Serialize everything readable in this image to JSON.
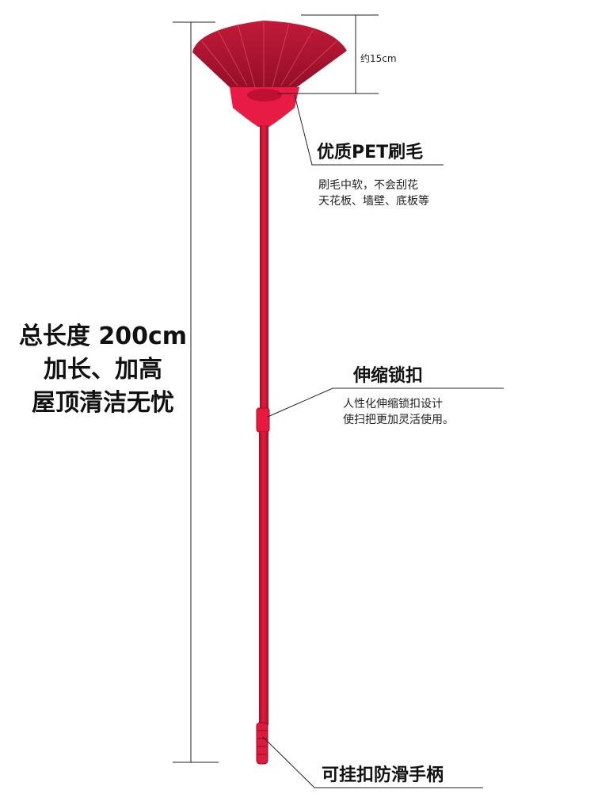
{
  "total_length": {
    "line1": "总长度 200cm",
    "line2": "加长、加高",
    "line3": "屋顶清洁无忧"
  },
  "head_height": "约15cm",
  "features": [
    {
      "title": "优质PET刷毛",
      "desc": [
        "刷毛中软，不会刮花",
        "天花板、墙壁、底板等"
      ]
    },
    {
      "title": "伸缩锁扣",
      "desc": [
        "人性化伸缩锁扣设计",
        "使扫把更加灵活使用。"
      ]
    },
    {
      "title": "可挂扣防滑手柄"
    }
  ],
  "colors": {
    "broom_red": "#d8143a",
    "head_red": "#b5112e",
    "line": "#222222"
  }
}
